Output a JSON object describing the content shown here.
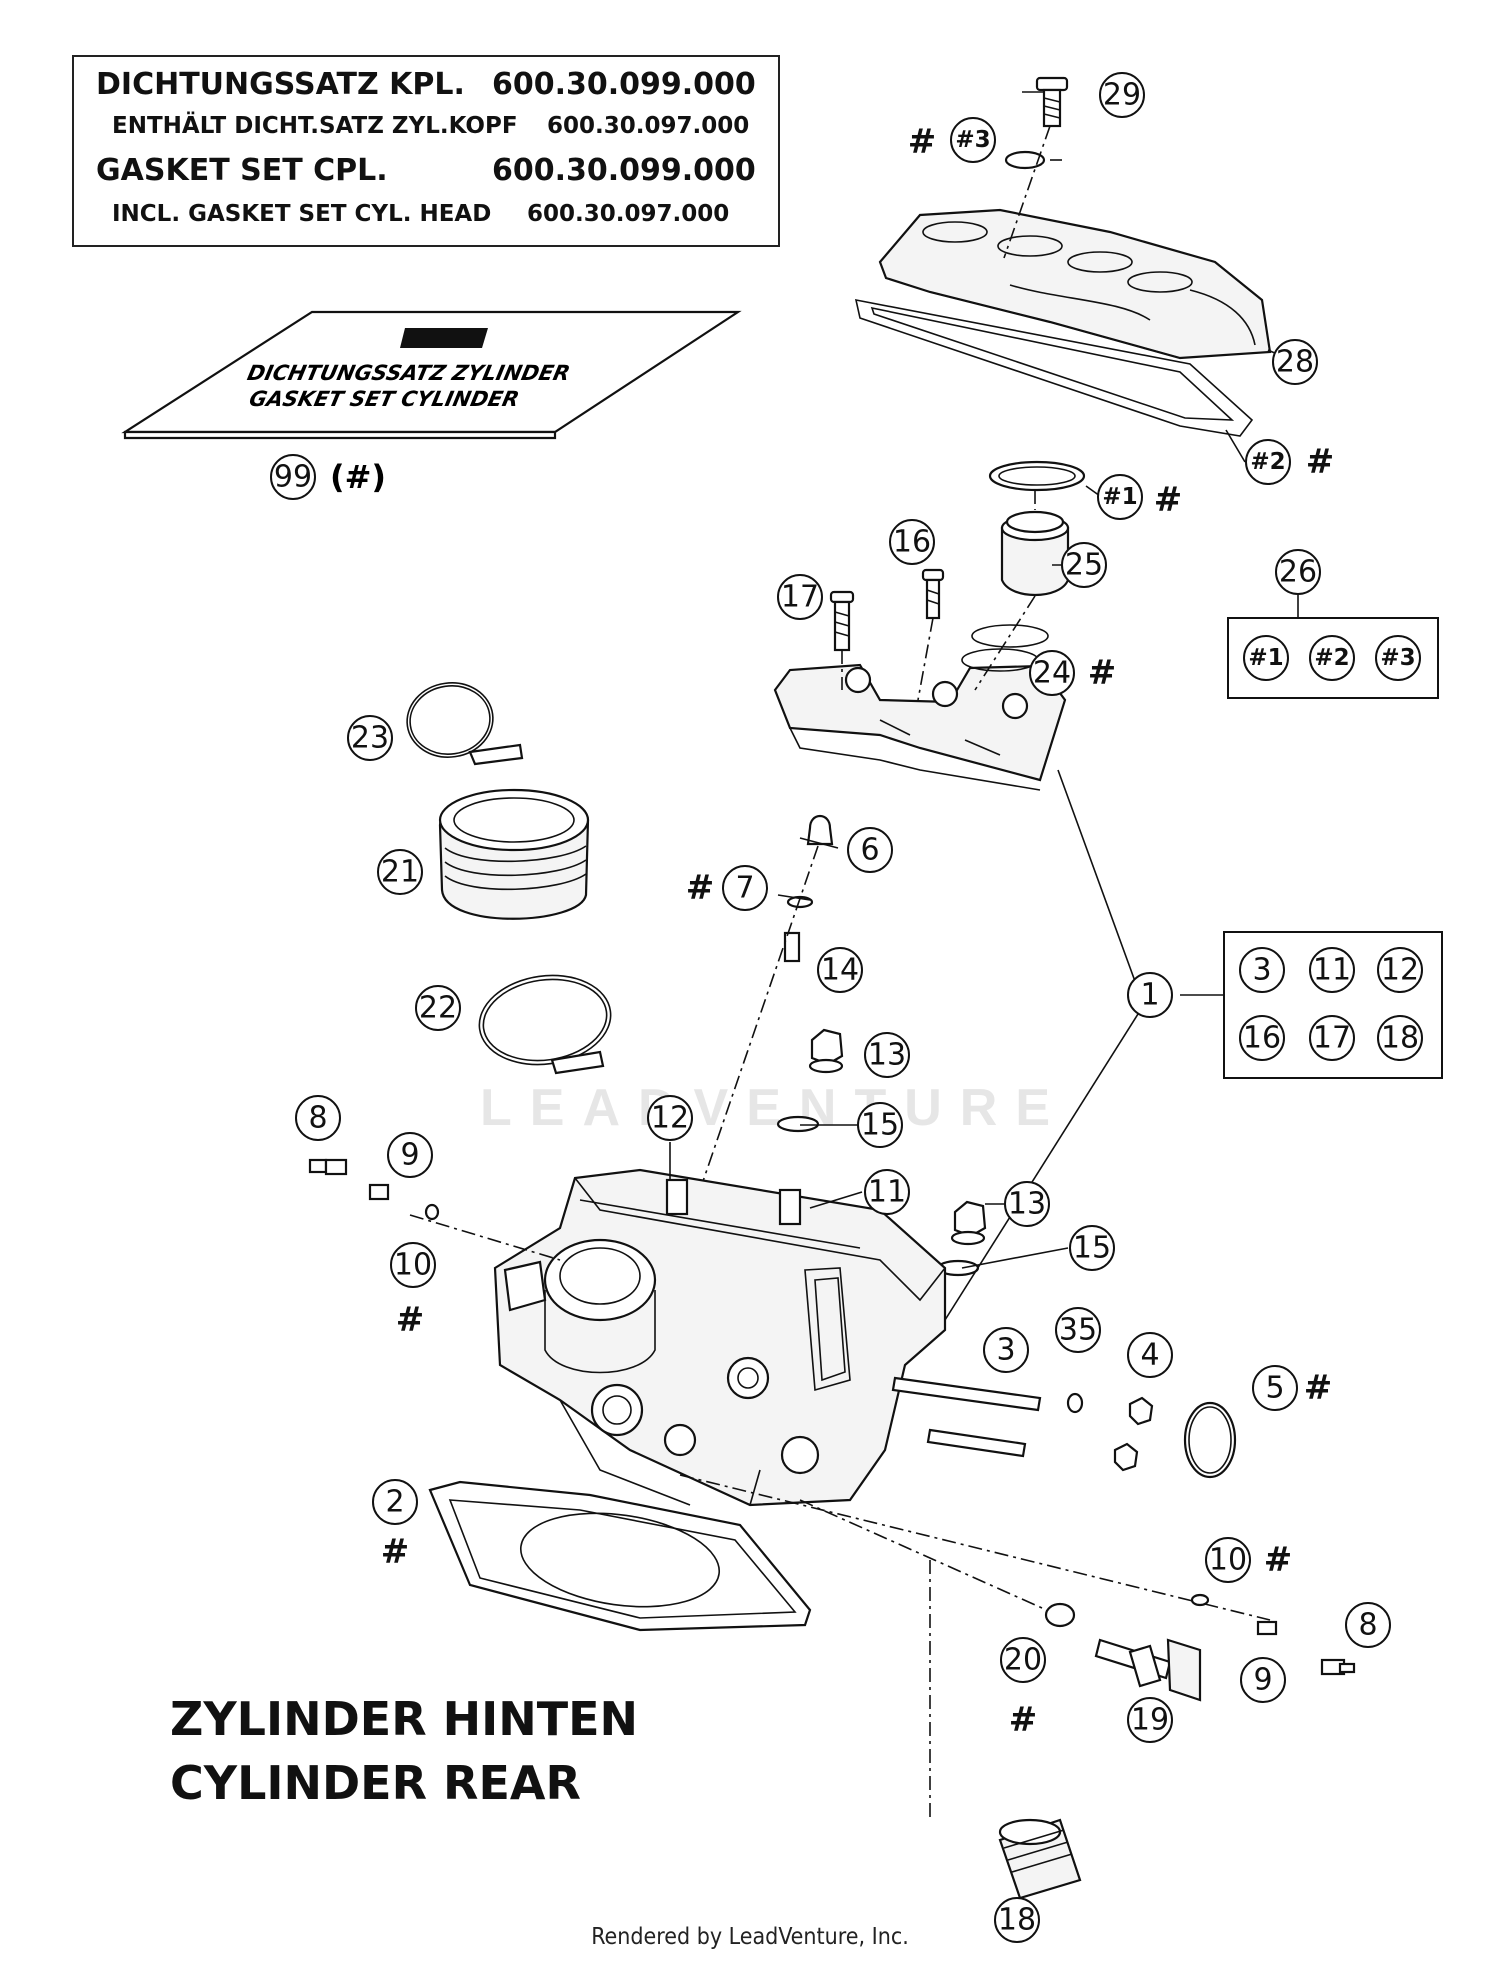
{
  "gasket_set": {
    "line1_label": "DICHTUNGSSATZ KPL.",
    "line1_number": "600.30.099.000",
    "line2_label": "ENTHÄLT DICHT.SATZ ZYL.KOPF",
    "line2_number": "600.30.097.000",
    "line3_label": "GASKET SET CPL.",
    "line3_number": "600.30.099.000",
    "line4_label": "INCL. GASKET SET CYL. HEAD",
    "line4_number": "600.30.097.000"
  },
  "gasket_pack": {
    "line1": "DICHTUNGSSATZ ZYLINDER",
    "line2": "GASKET SET CYLINDER",
    "callout": "99",
    "callout_mark": "(#)"
  },
  "title": {
    "line1": "ZYLINDER HINTEN",
    "line2": "CYLINDER REAR"
  },
  "watermark": "LEADVENTURE",
  "footer": "Rendered by LeadVenture, Inc.",
  "hash": "#",
  "callouts": {
    "c1": "1",
    "c2": "2",
    "c3": "3",
    "c4": "4",
    "c5": "5",
    "c6": "6",
    "c7": "7",
    "c8a": "8",
    "c8b": "8",
    "c9a": "9",
    "c9b": "9",
    "c10a": "10",
    "c10b": "10",
    "c11": "11",
    "c12": "12",
    "c13a": "13",
    "c13b": "13",
    "c14": "14",
    "c15a": "15",
    "c15b": "15",
    "c16": "16",
    "c17": "17",
    "c18": "18",
    "c19": "19",
    "c20": "20",
    "c21": "21",
    "c22": "22",
    "c23": "23",
    "c24": "24",
    "c25": "25",
    "c26": "26",
    "c28": "28",
    "c29": "29",
    "c35": "35",
    "h1": "#1",
    "h2": "#2",
    "h3": "#3"
  },
  "kit_1": [
    "3",
    "11",
    "12",
    "16",
    "17",
    "18"
  ],
  "kit_26": [
    "#1",
    "#2",
    "#3"
  ]
}
